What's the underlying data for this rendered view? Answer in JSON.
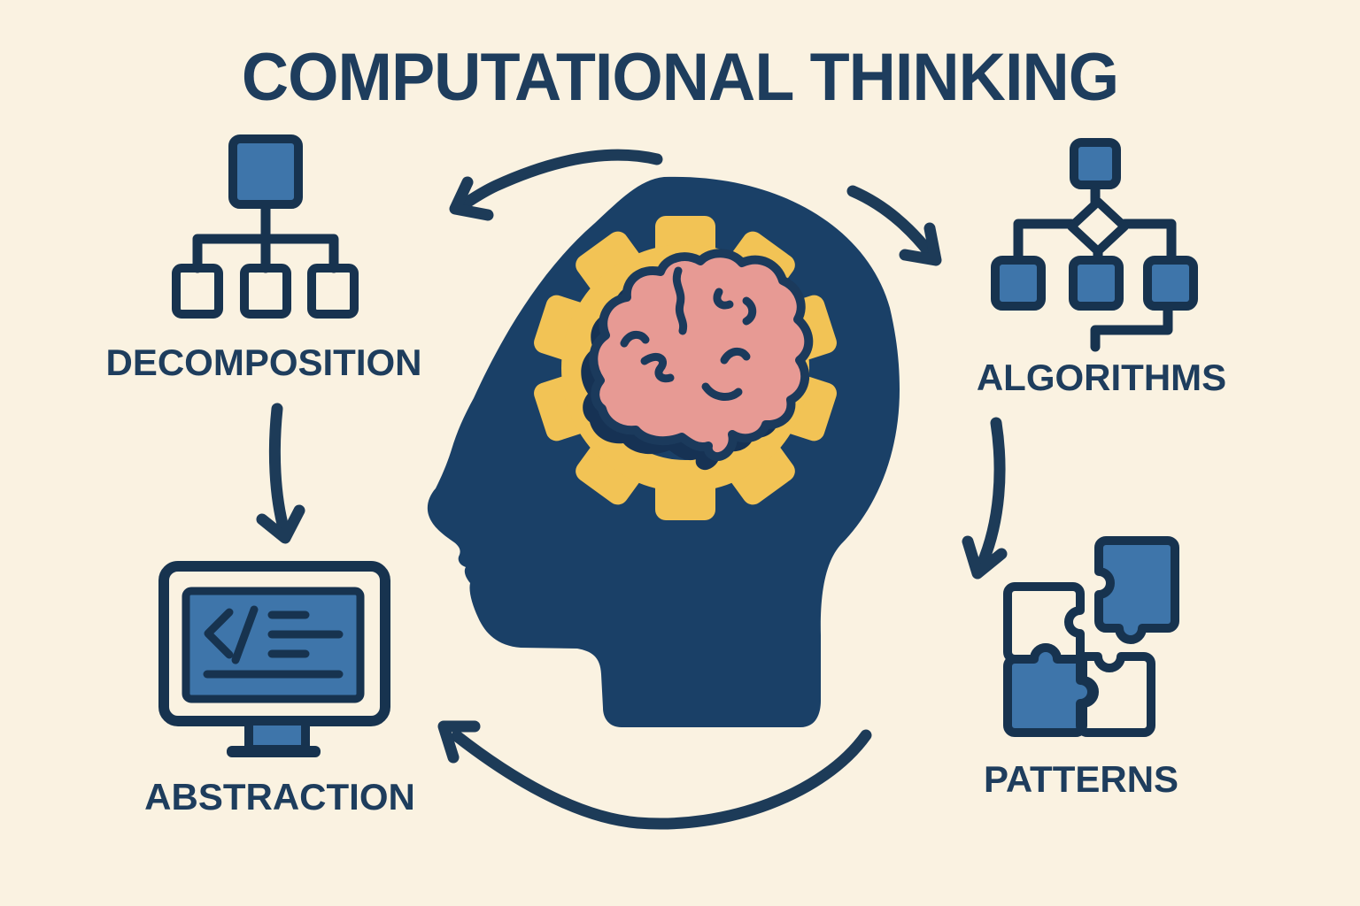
{
  "title": "COMPUTATIONAL THINKING",
  "concepts": {
    "decomposition": {
      "label": "DECOMPOSITION",
      "icon": "tree-diagram-icon",
      "position": "top-left"
    },
    "algorithms": {
      "label": "ALGORITHMS",
      "icon": "flowchart-icon",
      "position": "top-right"
    },
    "abstraction": {
      "label": "ABSTRACTION",
      "icon": "monitor-code-icon",
      "position": "bottom-left"
    },
    "patterns": {
      "label": "PATTERNS",
      "icon": "puzzle-pieces-icon",
      "position": "bottom-right"
    }
  },
  "center_illustration": {
    "name": "head-gear-brain",
    "description": "Side profile head silhouette with a gear containing a brain"
  },
  "arrows": [
    {
      "name": "arrow-head-to-decomposition",
      "direction": "curves down-left from head top to decomposition"
    },
    {
      "name": "arrow-head-to-algorithms",
      "direction": "curves down-right from head top to algorithms"
    },
    {
      "name": "arrow-algorithms-to-patterns",
      "direction": "curves down from algorithms to patterns"
    },
    {
      "name": "arrow-patterns-to-abstraction",
      "direction": "long arc sweeping left under the head toward abstraction"
    },
    {
      "name": "arrow-decomposition-to-abstraction",
      "direction": "curves down from decomposition to abstraction"
    }
  ],
  "colors": {
    "bg": "#faf2e1",
    "navy-fill": "#1a4067",
    "outline": "#17334f",
    "arrow": "#1d3b58",
    "text": "#1e3d5d",
    "blue": "#3e75aa",
    "yellow": "#f2c355",
    "pink": "#e79a94",
    "shadow": "#163254"
  }
}
